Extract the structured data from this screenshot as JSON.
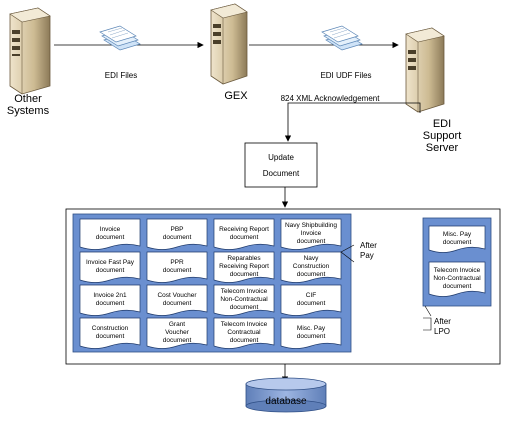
{
  "nodes": {
    "other_systems": {
      "line1": "Other",
      "line2": "Systems"
    },
    "gex": {
      "label": "GEX"
    },
    "edi_support": {
      "line1": "EDI",
      "line2": "Support",
      "line3": "Server"
    },
    "edi_files": {
      "label": "EDI Files"
    },
    "edi_udf_files": {
      "label": "EDI UDF Files"
    },
    "ack": {
      "label": "824 XML Acknowledgement"
    },
    "update": {
      "line1": "Update",
      "line2": "Document"
    },
    "database": {
      "label": "database"
    }
  },
  "after_pay": {
    "line1": "After",
    "line2": "Pay"
  },
  "after_lpo": {
    "line1": "After",
    "line2": "LPO"
  },
  "pay_docs": [
    [
      "Invoice",
      "document"
    ],
    [
      "PBP",
      "document"
    ],
    [
      "Receiving Report",
      "document"
    ],
    [
      "Navy Shipbuilding",
      "Invoice",
      "document"
    ],
    [
      "Invoice Fast Pay",
      "document"
    ],
    [
      "PPR",
      "document"
    ],
    [
      "Reparables",
      "Receiving Report",
      "document"
    ],
    [
      "Navy",
      "Construction",
      "document"
    ],
    [
      "Invoice 2n1",
      "document"
    ],
    [
      "Cost Voucher",
      "document"
    ],
    [
      "Telecom Invoice",
      "Non-Contractual",
      "document"
    ],
    [
      "CIF",
      "document"
    ],
    [
      "Construction",
      "document"
    ],
    [
      "Grant",
      "Voucher",
      "document"
    ],
    [
      "Telecom Invoice",
      "Contractual",
      "document"
    ],
    [
      "Misc. Pay",
      "document"
    ]
  ],
  "lpo_docs": [
    [
      "Misc. Pay",
      "document"
    ],
    [
      "Telecom Invoice",
      "Non-Contractual",
      "document"
    ]
  ],
  "colors": {
    "panel": "#6a8fd0",
    "doc_fill": "#ffffff",
    "server_body": "#d8c9a8"
  }
}
